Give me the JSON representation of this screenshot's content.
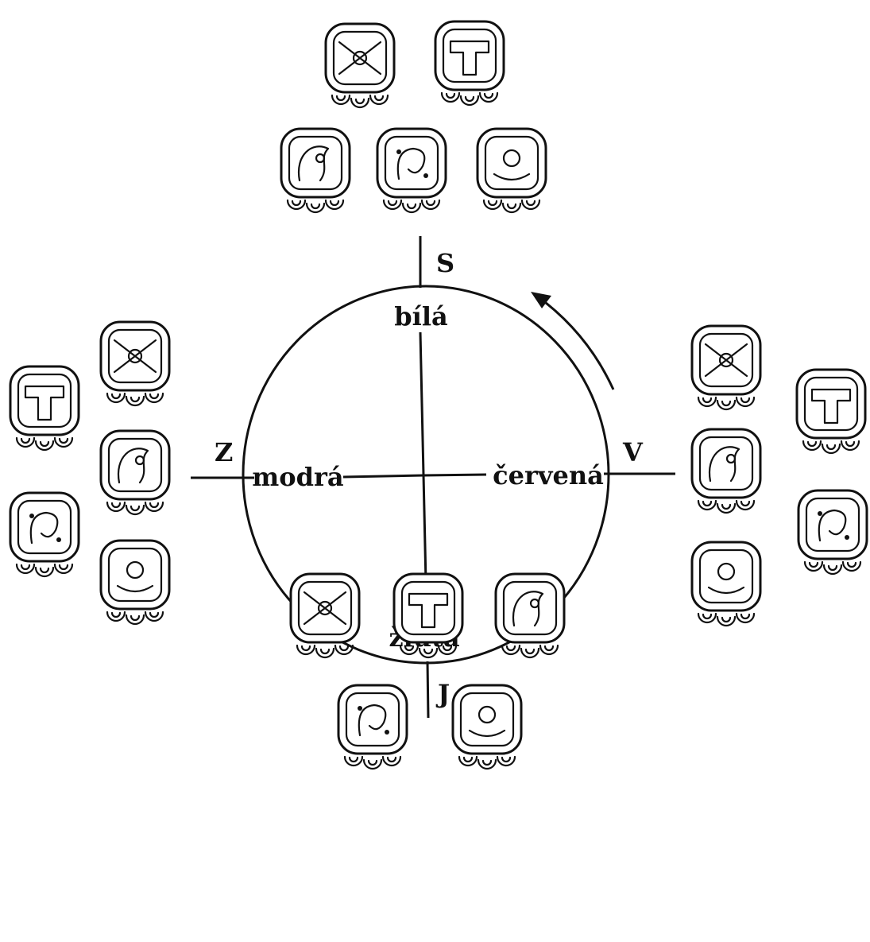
{
  "directions": {
    "north": {
      "letter": "S",
      "color": "bílá"
    },
    "east": {
      "letter": "V",
      "color": "červená"
    },
    "south": {
      "letter": "J",
      "color": "žlutá"
    },
    "west": {
      "letter": "Z",
      "color": "modrá"
    }
  },
  "arrow": {
    "meaning": "counter-clockwise"
  },
  "glyph_groups": {
    "north": {
      "count": 5
    },
    "east": {
      "count": 5
    },
    "south": {
      "count": 5
    },
    "west": {
      "count": 5
    }
  }
}
